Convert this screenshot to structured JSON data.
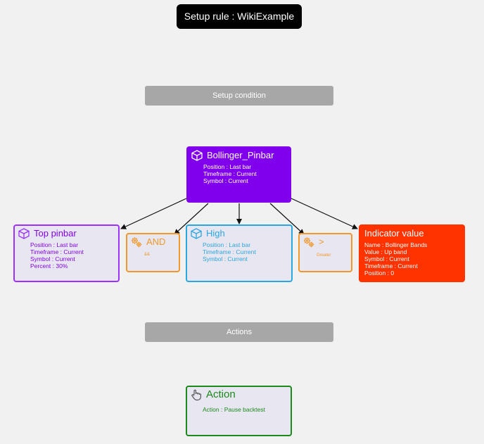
{
  "title": "Setup rule : WikiExample",
  "sections": {
    "setup_condition": "Setup condition",
    "actions": "Actions"
  },
  "nodes": {
    "bollinger_pinbar": {
      "icon": "cube-icon",
      "title": "Bollinger_Pinbar",
      "lines": [
        "Position : Last bar",
        "Timeframe : Current",
        "Symbol : Current"
      ]
    },
    "top_pinbar": {
      "icon": "cube-icon",
      "title": "Top pinbar",
      "lines": [
        "Position : Last bar",
        "Timeframe : Current",
        "Symbol : Current",
        "Percent : 30%"
      ]
    },
    "and": {
      "icon": "gears-icon",
      "title": "AND",
      "sub": "&&"
    },
    "high": {
      "icon": "cube-icon",
      "title": "High",
      "lines": [
        "Position : Last bar",
        "Timeframe : Current",
        "Symbol : Current"
      ]
    },
    "greater": {
      "icon": "gears-icon",
      "title": ">",
      "sub": "Greater"
    },
    "indicator_value": {
      "title": "Indicator value",
      "lines": [
        "Name : Bollinger Bands",
        "Value : Up band",
        "Symbol : Current",
        "Timeframe : Current",
        "Position : 0"
      ]
    },
    "action": {
      "icon": "hand-pointer-icon",
      "title": "Action",
      "lines": [
        "Action : Pause backtest"
      ]
    }
  },
  "colors": {
    "background": "#f1f1f1",
    "purple": "#8000ee",
    "orange": "#f0982a",
    "blue": "#29a7e0",
    "red": "#ff3300",
    "green": "#1b8a1b",
    "section_bar": "#a7a7a7"
  }
}
